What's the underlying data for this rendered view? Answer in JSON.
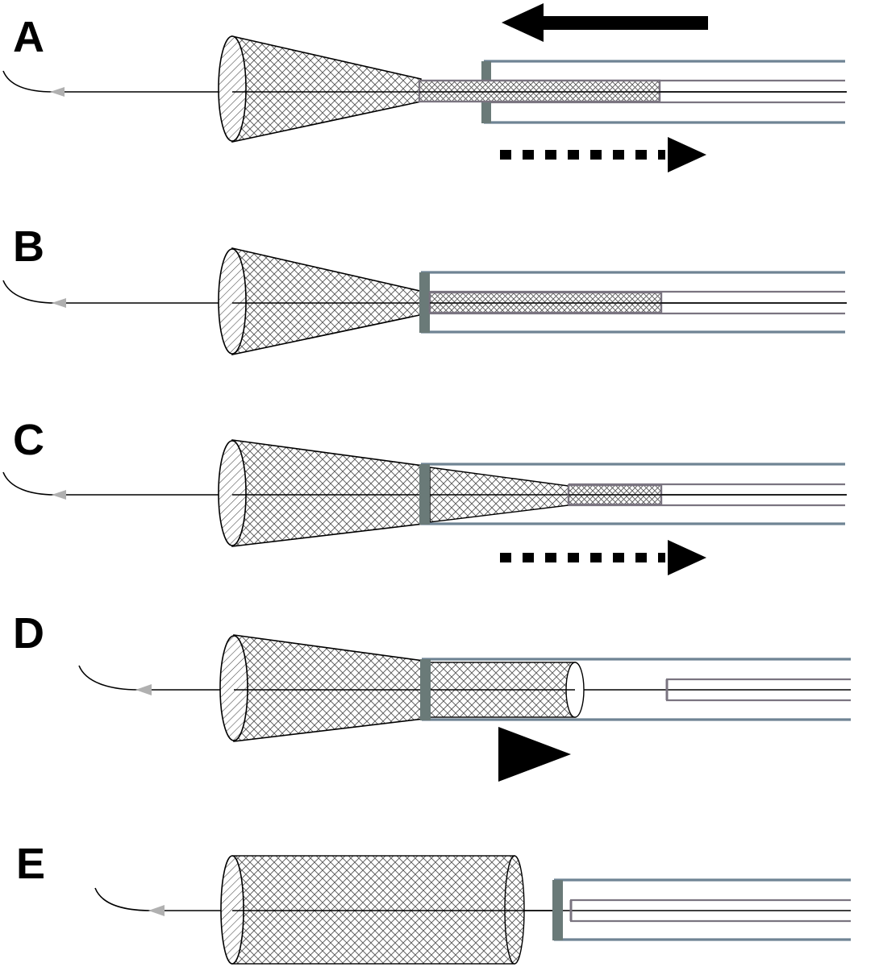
{
  "figure": {
    "panels": [
      {
        "id": "A",
        "label": "A"
      },
      {
        "id": "B",
        "label": "B"
      },
      {
        "id": "C",
        "label": "C"
      },
      {
        "id": "D",
        "label": "D"
      },
      {
        "id": "E",
        "label": "E"
      }
    ]
  },
  "colors": {
    "background": "#ffffff",
    "line": "#000000",
    "sheath": "#6f8494",
    "inner_catheter": "#7a7480",
    "marker": "#6a7a78",
    "mesh": "#555555",
    "tip": "#b0b0b0",
    "arrow": "#000000"
  },
  "icons": {
    "retract_arrow": "arrow-left-solid",
    "move_arrow": "arrow-right-dashed",
    "push_arrow": "triangle-right"
  }
}
